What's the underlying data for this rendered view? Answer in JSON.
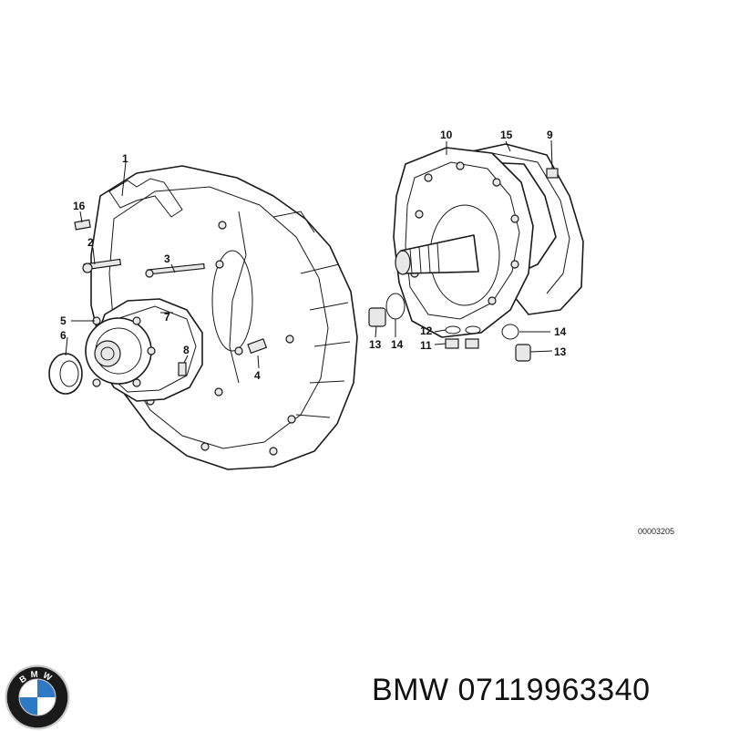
{
  "parts": [
    "1",
    "2",
    "3",
    "4",
    "5",
    "6",
    "7",
    "8",
    "9",
    "10",
    "11",
    "12",
    "13",
    "14",
    "15",
    "16"
  ],
  "second_13": "13",
  "second_14": "14",
  "diagram_code": "00003205",
  "caption": "BMW 07119963340",
  "logo": {
    "name": "bmw-roundel-logo",
    "lettering": "BMW",
    "colors": [
      "#1a1a1a",
      "#ffffff",
      "#2f79c4",
      "#c9c9c9"
    ]
  }
}
